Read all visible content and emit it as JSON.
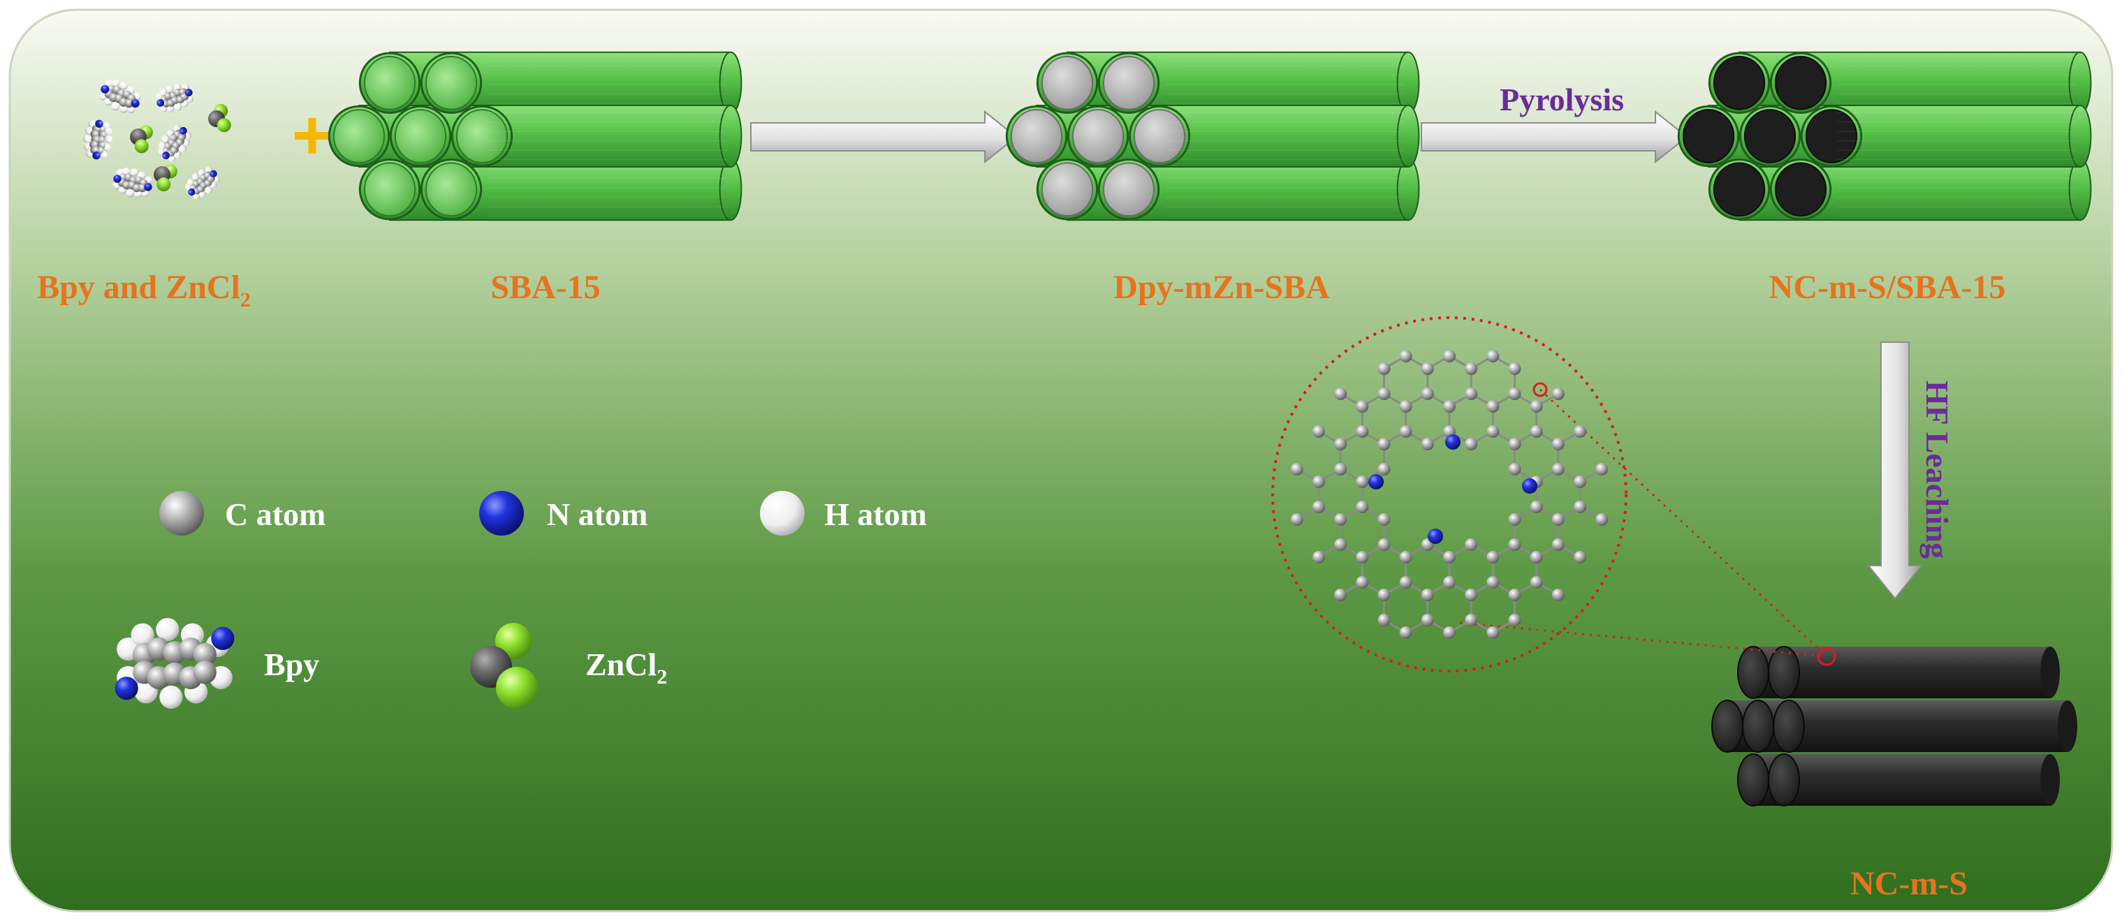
{
  "colors": {
    "label": "#E8731C",
    "process": "#6A2C9A",
    "plus": "#F5B800",
    "tube": "#57C24B",
    "pore_silica": "#BDBDBD",
    "carbon": "#2B2B2B",
    "zoom_circle": "#D61F1F"
  },
  "labels": {
    "bpy_zncl2": {
      "text": "Bpy and ZnCl",
      "sub": "2"
    },
    "sba15": "SBA-15",
    "dpy": "Dpy-mZn-SBA",
    "ncms_sba": "NC-m-S/SBA-15",
    "ncms": "NC-m-S",
    "plus": "+"
  },
  "process": {
    "pyrolysis": "Pyrolysis",
    "hf_leaching": "HF Leaching"
  },
  "legend": {
    "c_atom": "C atom",
    "n_atom": "N atom",
    "h_atom": "H atom",
    "bpy": "Bpy",
    "zncl2": {
      "text": "ZnCl",
      "sub": "2"
    }
  }
}
